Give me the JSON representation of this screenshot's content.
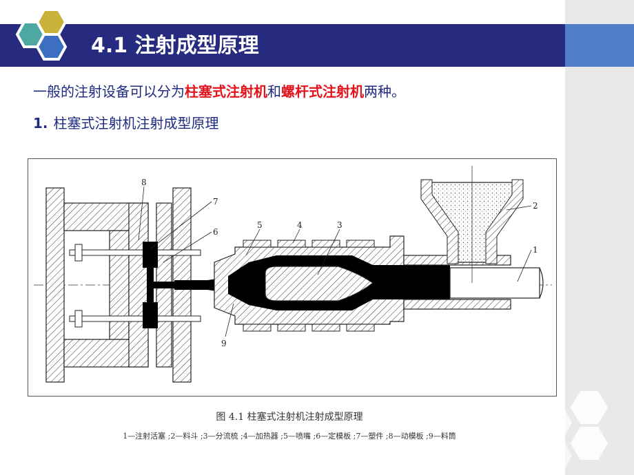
{
  "slide": {
    "title": "4.1  注射成型原理",
    "intro": {
      "prefix": "一般的注射设备可以分为",
      "term1": "柱塞式注射机",
      "middle": "和",
      "term2": "螺杆式注射机",
      "suffix": "两种。"
    },
    "subheading": {
      "number": "1.",
      "text": "柱塞式注射机注射成型原理"
    }
  },
  "figure": {
    "caption": "图 4.1    柱塞式注射机注射成型原理",
    "legend": "1—注射活塞 ;2—料斗 ;3—分流梳 ;4—加热器 ;5—喷嘴 ;6—定模板 ;7—塑件 ;8—动模板 ;9—料筒",
    "labels": [
      "1",
      "2",
      "3",
      "4",
      "5",
      "6",
      "7",
      "8",
      "9"
    ]
  },
  "colors": {
    "title_bar": "#262b7f",
    "title_bar_extension": "#4f7fc8",
    "body_text": "#1f2b80",
    "highlight": "#e3121b",
    "hex_teal": "#4da8a2",
    "hex_olive": "#c9b23a",
    "hex_blue": "#3d6fc0",
    "side_panel": "#e9e9eb"
  }
}
